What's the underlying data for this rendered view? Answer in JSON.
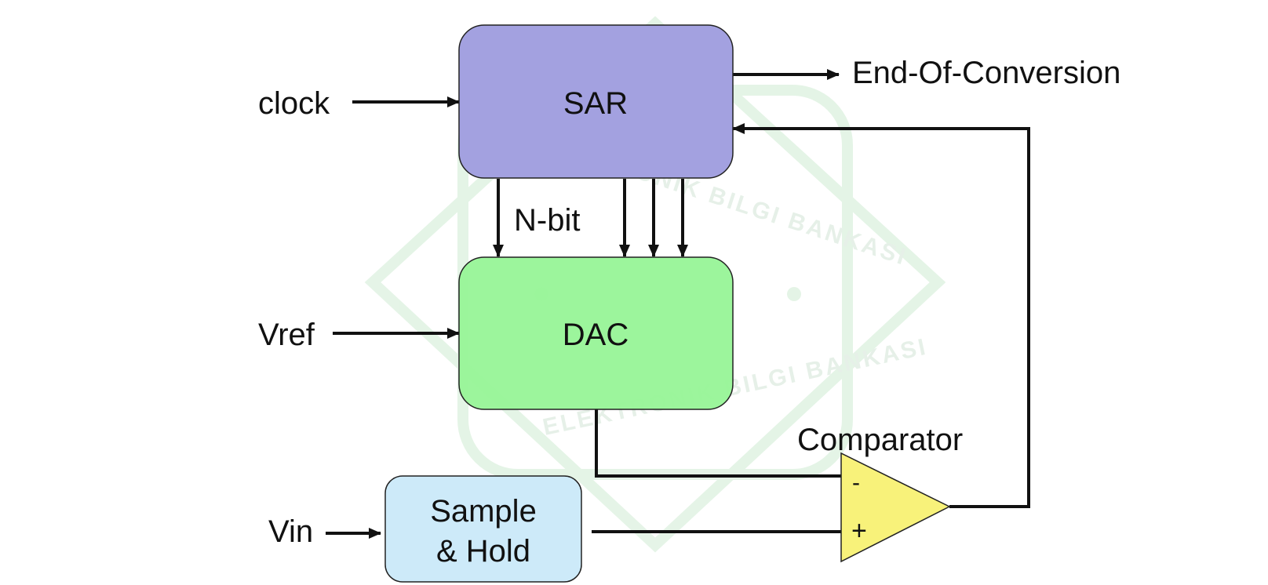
{
  "blocks": {
    "sar": {
      "label": "SAR",
      "color": "#a3a1e0"
    },
    "dac": {
      "label": "DAC",
      "color": "#98f598"
    },
    "sample_hold": {
      "line1": "Sample",
      "line2": "& Hold",
      "color": "#cdeaf9"
    },
    "comparator": {
      "label": "Comparator",
      "minus": "-",
      "plus": "+",
      "color": "#f8f27a"
    }
  },
  "signals": {
    "clock": "clock",
    "vref": "Vref",
    "vin": "Vin",
    "eoc": "End-Of-Conversion",
    "bus": "N-bit"
  },
  "watermark": {
    "top_text": "ELEKTRONIK BILGI BANKASI",
    "bottom_text": "ELEKTRONIK BILGI BANKASI"
  },
  "colors": {
    "wire": "#111111",
    "block_border": "#222222",
    "watermark": "#e2f3e4"
  }
}
